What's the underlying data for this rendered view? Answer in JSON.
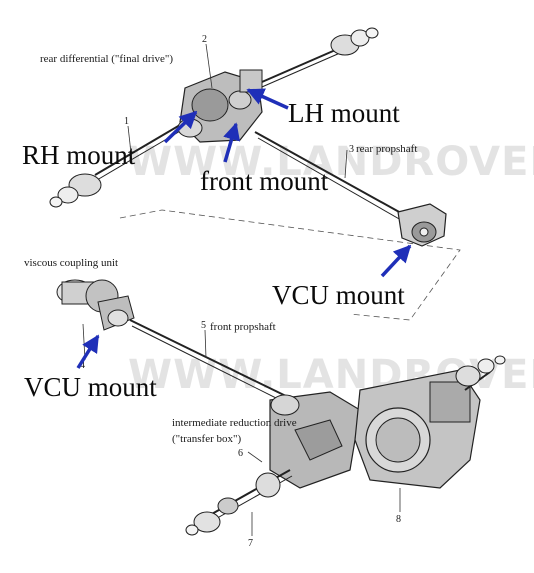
{
  "watermark": "WWW.LANDROVERS.RU",
  "labels": {
    "rear_differential": "rear differential (\"final drive\")",
    "rear_propshaft": "rear propshaft",
    "viscous_coupling": "viscous coupling unit",
    "front_propshaft": "front propshaft",
    "intermediate_line1": "intermediate reduction drive",
    "intermediate_line2": "(\"transfer box\")"
  },
  "annotations": {
    "lh_mount": "LH mount",
    "rh_mount": "RH mount",
    "front_mount": "front mount",
    "vcu_mount_upper": "VCU mount",
    "vcu_mount_lower": "VCU mount"
  },
  "callouts": {
    "n1": "1",
    "n2": "2",
    "n3": "3",
    "n4": "4",
    "n5": "5",
    "n6": "6",
    "n7": "7",
    "n8": "8"
  },
  "colors": {
    "arrow": "#1f2fb8",
    "line": "#222222",
    "text": "#111111"
  }
}
